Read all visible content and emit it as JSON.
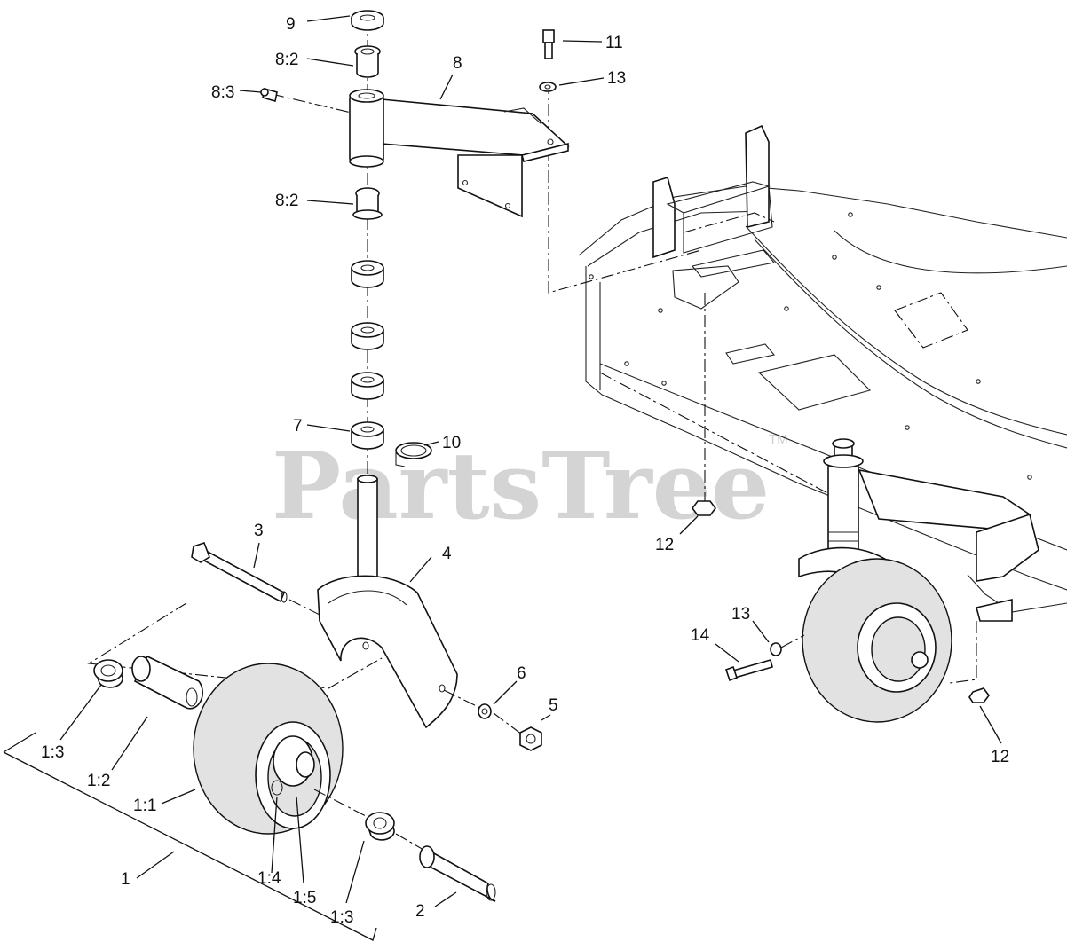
{
  "watermark": {
    "text": "PartsTree",
    "trademark": "TM"
  },
  "callouts": [
    {
      "id": "c9",
      "text": "9"
    },
    {
      "id": "c8-2a",
      "text": "8:2"
    },
    {
      "id": "c8",
      "text": "8"
    },
    {
      "id": "c8-3",
      "text": "8:3"
    },
    {
      "id": "c8-2b",
      "text": "8:2"
    },
    {
      "id": "c11",
      "text": "11"
    },
    {
      "id": "c13a",
      "text": "13"
    },
    {
      "id": "c7",
      "text": "7"
    },
    {
      "id": "c10",
      "text": "10"
    },
    {
      "id": "c3",
      "text": "3"
    },
    {
      "id": "c4",
      "text": "4"
    },
    {
      "id": "c12a",
      "text": "12"
    },
    {
      "id": "c13b",
      "text": "13"
    },
    {
      "id": "c14",
      "text": "14"
    },
    {
      "id": "c6",
      "text": "6"
    },
    {
      "id": "c5",
      "text": "5"
    },
    {
      "id": "c12b",
      "text": "12"
    },
    {
      "id": "c1-3a",
      "text": "1:3"
    },
    {
      "id": "c1-2",
      "text": "1:2"
    },
    {
      "id": "c1-1",
      "text": "1:1"
    },
    {
      "id": "c1",
      "text": "1"
    },
    {
      "id": "c1-4",
      "text": "1:4"
    },
    {
      "id": "c1-5",
      "text": "1:5"
    },
    {
      "id": "c1-3b",
      "text": "1:3"
    },
    {
      "id": "c2",
      "text": "2"
    }
  ],
  "colors": {
    "line": "#111111",
    "watermark": "#d4d4d4",
    "tire": "#e2e2e2"
  }
}
